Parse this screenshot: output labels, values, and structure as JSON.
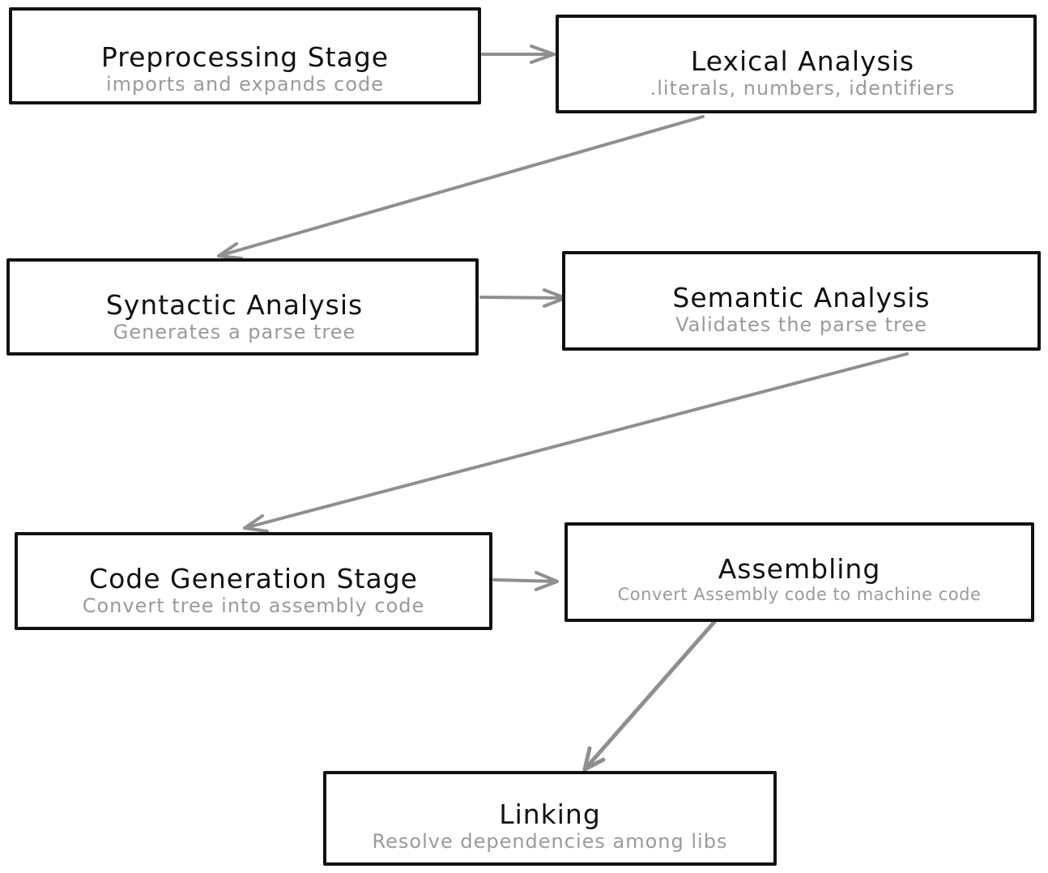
{
  "diagram": {
    "stroke_color": "#111111",
    "arrow_color": "#8f8f8f",
    "subtitle_color": "#9a9a9a",
    "nodes": [
      {
        "id": "preprocessing",
        "title": "Preprocessing Stage",
        "subtitle": "imports and expands code"
      },
      {
        "id": "lexical",
        "title": "Lexical Analysis",
        "subtitle": ".literals, numbers, identifiers"
      },
      {
        "id": "syntactic",
        "title": "Syntactic Analysis",
        "subtitle": "Generates a parse tree"
      },
      {
        "id": "semantic",
        "title": "Semantic Analysis",
        "subtitle": "Validates the parse tree"
      },
      {
        "id": "codegen",
        "title": "Code Generation Stage",
        "subtitle": "Convert tree into assembly code"
      },
      {
        "id": "assembling",
        "title": "Assembling",
        "subtitle": "Convert Assembly code to machine code"
      },
      {
        "id": "linking",
        "title": "Linking",
        "subtitle": "Resolve dependencies among libs"
      }
    ],
    "edges": [
      {
        "from": "preprocessing",
        "to": "lexical"
      },
      {
        "from": "lexical",
        "to": "syntactic"
      },
      {
        "from": "syntactic",
        "to": "semantic"
      },
      {
        "from": "semantic",
        "to": "codegen"
      },
      {
        "from": "codegen",
        "to": "assembling"
      },
      {
        "from": "assembling",
        "to": "linking"
      }
    ]
  }
}
